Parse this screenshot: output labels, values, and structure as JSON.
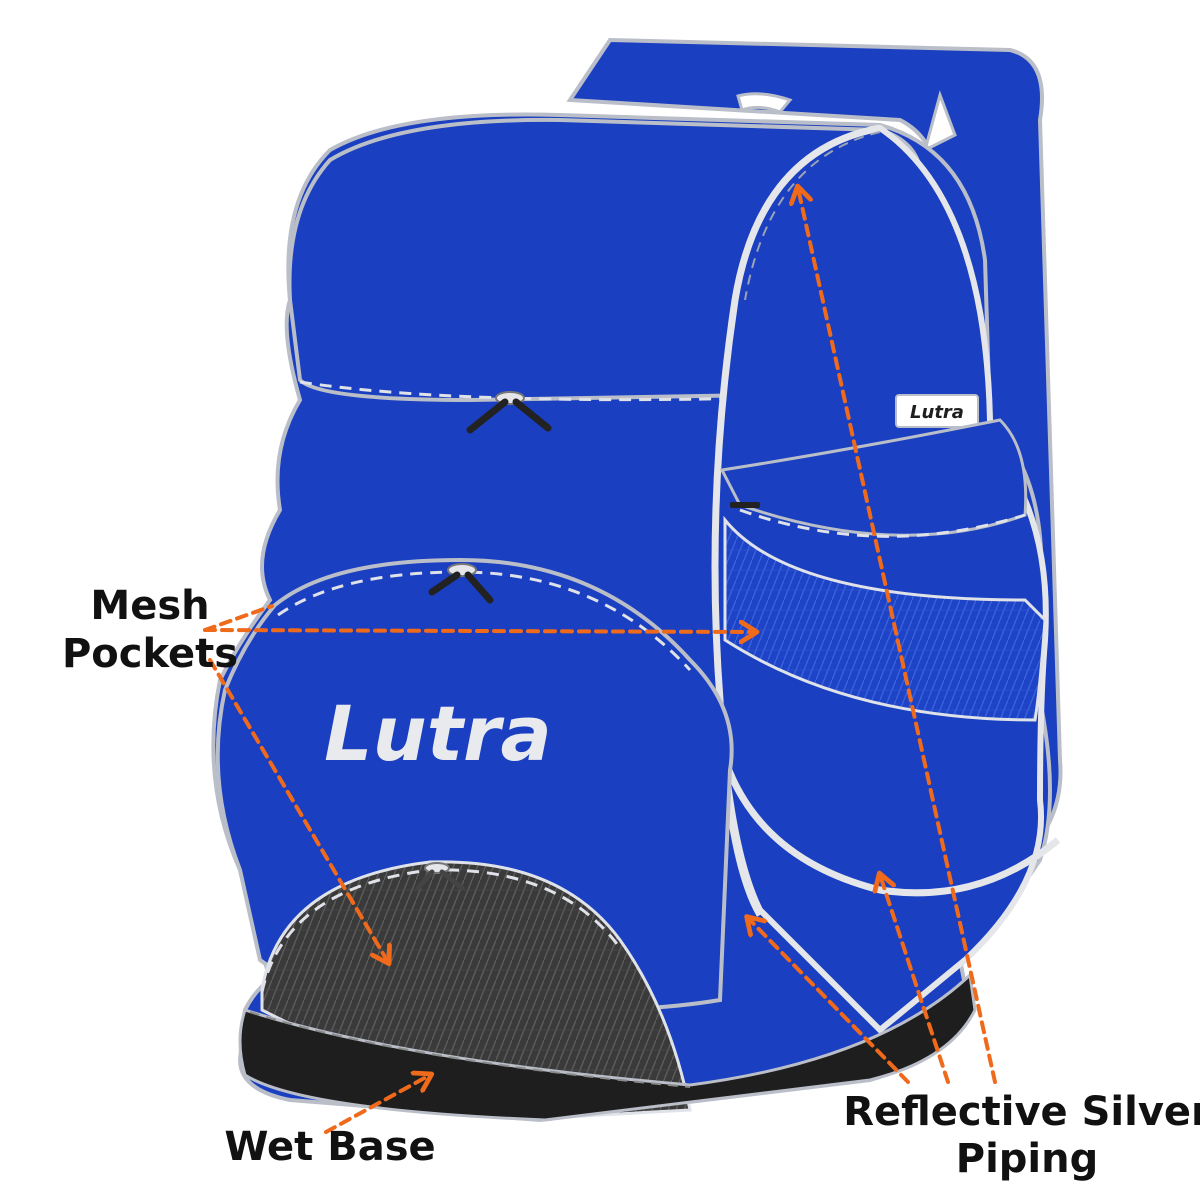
{
  "product": {
    "logo_text": "Lutra",
    "side_tag_text": "Lutra"
  },
  "callouts": {
    "mesh_pockets": {
      "line1": "Mesh",
      "line2": "Pockets"
    },
    "wet_base": "Wet Base",
    "reflective_piping": {
      "line1": "Reflective Silver",
      "line2": "Piping"
    }
  },
  "colors": {
    "bag_blue": "#1a3fc0",
    "bag_outline": "#b9bec8",
    "piping_silver": "#e4e6ea",
    "mesh_dark": "#3a3a3a",
    "base_black": "#1e1e1e",
    "arrow_orange": "#f06a1c",
    "logo_white": "#e9eaee"
  }
}
